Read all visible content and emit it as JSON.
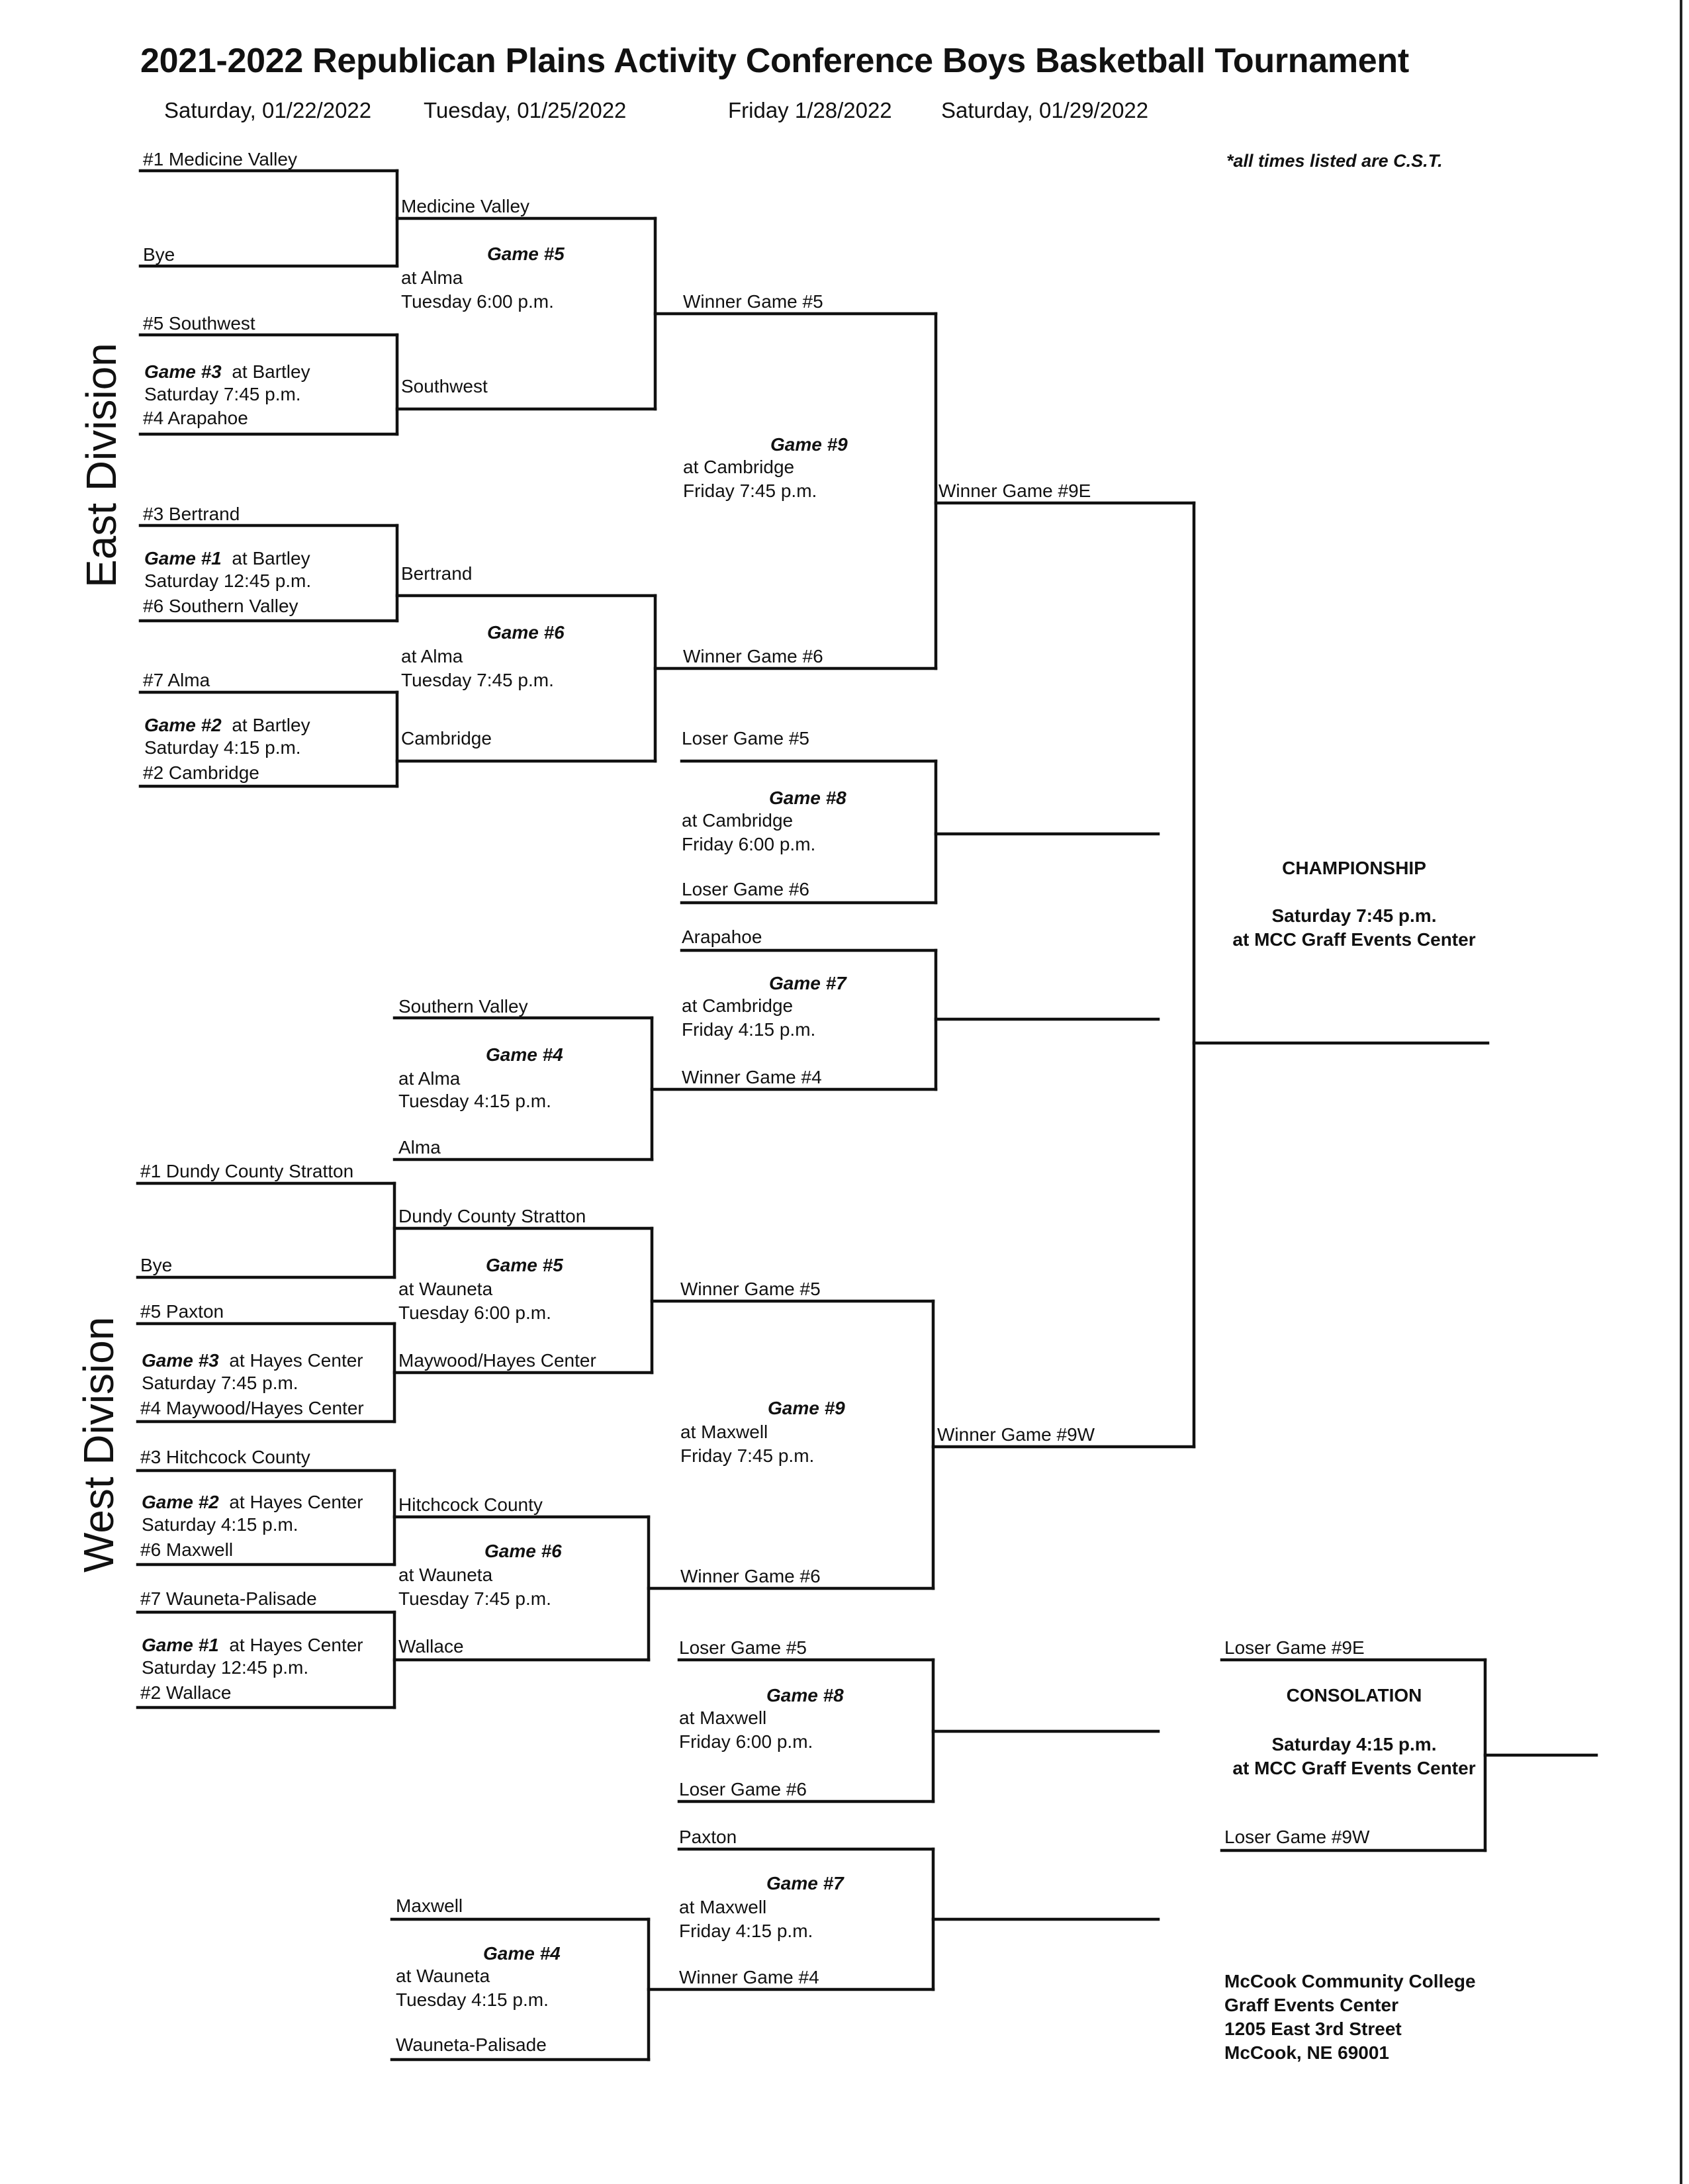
{
  "title": "2021-2022 Republican Plains Activity Conference Boys Basketball Tournament",
  "dates": [
    "Saturday, 01/22/2022",
    "Tuesday, 01/25/2022",
    "Friday 1/28/2022",
    "Saturday, 01/29/2022"
  ],
  "note": "*all times listed are C.S.T.",
  "divisions": {
    "east": "East Division",
    "west": "West Division"
  },
  "east": {
    "r1": {
      "medicine_valley": "#1 Medicine Valley",
      "bye": "Bye",
      "southwest": "#5 Southwest",
      "arapahoe": "#4 Arapahoe",
      "bertrand": "#3 Bertrand",
      "southern_valley": "#6 Southern Valley",
      "alma": "#7 Alma",
      "cambridge": "#2 Cambridge"
    },
    "g3": {
      "name": "Game #3",
      "site": "at Bartley",
      "time": "Saturday  7:45 p.m."
    },
    "g1": {
      "name": "Game #1",
      "site": "at Bartley",
      "time": "Saturday  12:45 p.m."
    },
    "g2": {
      "name": "Game #2",
      "site": "at Bartley",
      "time": "Saturday  4:15 p.m."
    },
    "r2": {
      "medicine_valley": "Medicine Valley",
      "southwest": "Southwest",
      "bertrand": "Bertrand",
      "cambridge": "Cambridge",
      "southern_valley": "Southern Valley",
      "alma": "Alma"
    },
    "g5": {
      "name": "Game #5",
      "site": "at Alma",
      "time": "Tuesday  6:00 p.m."
    },
    "g6": {
      "name": "Game #6",
      "site": "at Alma",
      "time": "Tuesday  7:45 p.m."
    },
    "g4": {
      "name": "Game #4",
      "site": "at Alma",
      "time": "Tuesday  4:15 p.m."
    },
    "r3": {
      "winner5": "Winner Game #5",
      "winner6": "Winner Game #6",
      "loser5": "Loser Game #5",
      "loser6": "Loser Game #6",
      "arapahoe": "Arapahoe",
      "winner4": "Winner Game #4"
    },
    "g9": {
      "name": "Game #9",
      "site": "at Cambridge",
      "time": "Friday  7:45 p.m."
    },
    "g8": {
      "name": "Game #8",
      "site": "at Cambridge",
      "time": "Friday  6:00 p.m."
    },
    "g7": {
      "name": "Game #7",
      "site": "at Cambridge",
      "time": "Friday  4:15 p.m."
    },
    "winner9": "Winner Game #9E"
  },
  "west": {
    "r1": {
      "dundy": "#1 Dundy County Stratton",
      "bye": "Bye",
      "paxton": "#5 Paxton",
      "maywood": "#4 Maywood/Hayes Center",
      "hitchcock": "#3 Hitchcock County",
      "maxwell": "#6 Maxwell",
      "wauneta": "#7 Wauneta-Palisade",
      "wallace": "#2 Wallace"
    },
    "g3": {
      "name": "Game #3",
      "site": "at Hayes Center",
      "time": "Saturday  7:45 p.m."
    },
    "g2": {
      "name": "Game #2",
      "site": "at Hayes Center",
      "time": "Saturday  4:15 p.m."
    },
    "g1": {
      "name": "Game #1",
      "site": "at Hayes Center",
      "time": "Saturday  12:45 p.m."
    },
    "r2": {
      "dundy": "Dundy County Stratton",
      "maywood": "Maywood/Hayes Center",
      "hitchcock": "Hitchcock County",
      "wallace": "Wallace",
      "maxwell": "Maxwell",
      "wauneta": "Wauneta-Palisade"
    },
    "g5": {
      "name": "Game #5",
      "site": "at Wauneta",
      "time": "Tuesday  6:00 p.m."
    },
    "g6": {
      "name": "Game #6",
      "site": "at Wauneta",
      "time": "Tuesday  7:45 p.m."
    },
    "g4": {
      "name": "Game #4",
      "site": "at Wauneta",
      "time": "Tuesday  4:15 p.m."
    },
    "r3": {
      "winner5": "Winner Game #5",
      "winner6": "Winner Game #6",
      "loser5": "Loser Game #5",
      "loser6": "Loser Game #6",
      "paxton": "Paxton",
      "winner4": "Winner Game #4"
    },
    "g9": {
      "name": "Game #9",
      "site": "at Maxwell",
      "time": "Friday  7:45 p.m."
    },
    "g8": {
      "name": "Game #8",
      "site": "at Maxwell",
      "time": "Friday  6:00 p.m."
    },
    "g7": {
      "name": "Game #7",
      "site": "at Maxwell",
      "time": "Friday  4:15 p.m."
    },
    "winner9": "Winner Game #9W"
  },
  "championship": {
    "title": "CHAMPIONSHIP",
    "time": "Saturday  7:45 p.m.",
    "site": "at MCC Graff Events Center"
  },
  "consolation": {
    "title": "CONSOLATION",
    "time": "Saturday  4:15 p.m.",
    "site": "at MCC Graff Events Center",
    "loser_e": "Loser Game #9E",
    "loser_w": "Loser Game #9W"
  },
  "address": [
    "McCook Community College",
    "Graff Events Center",
    "1205 East 3rd Street",
    "McCook, NE  69001"
  ]
}
